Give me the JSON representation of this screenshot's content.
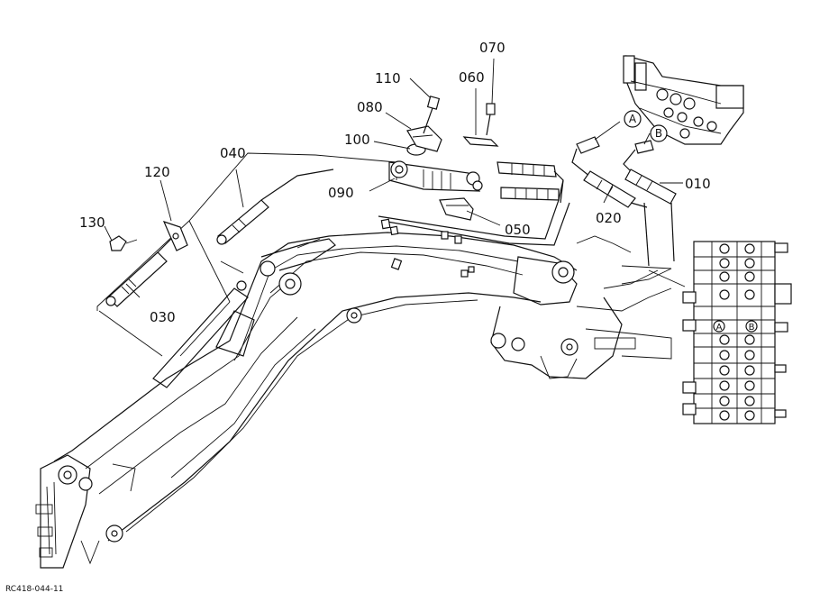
{
  "part_labels": {
    "p010": "010",
    "p020": "020",
    "p030": "030",
    "p040": "040",
    "p050": "050",
    "p060": "060",
    "p070": "070",
    "p080": "080",
    "p090": "090",
    "p100": "100",
    "p110": "110",
    "p120": "120",
    "p130": "130"
  },
  "port_labels": {
    "a": "A",
    "b": "B"
  },
  "drawing_id": "RC418-044-11"
}
